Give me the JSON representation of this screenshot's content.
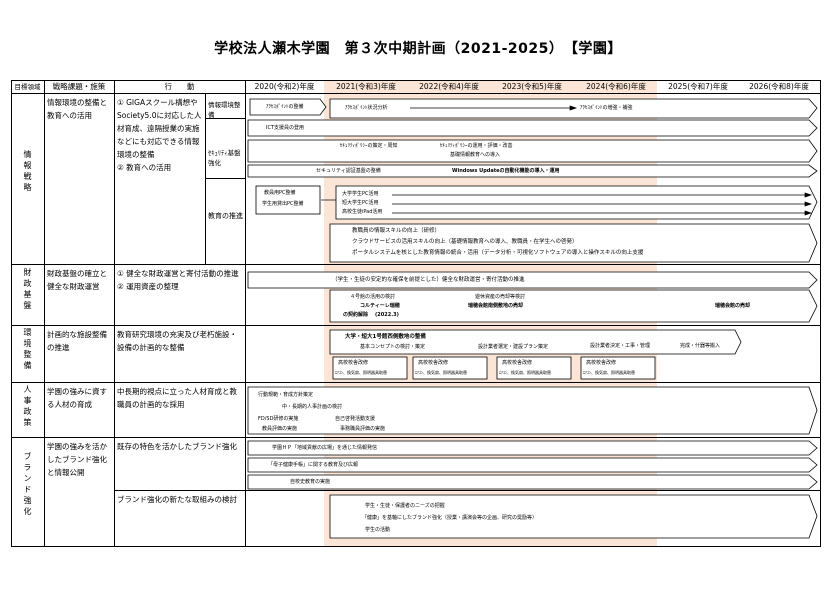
{
  "title": "学校法人瀬木学園　第３次中期計画（2021-2025）　【学園】",
  "header": {
    "col_area": "目標領域",
    "col_strategy": "戦略課題・施策",
    "col_action": "行　　動",
    "years": [
      "2020(令和2)年度",
      "2021(令和3)年度",
      "2022(令和4)年度",
      "2023(令和5)年度",
      "2024(令和6)年度",
      "2025(令和7)年度",
      "2026(令和8)年度"
    ]
  },
  "areas": {
    "info": "情報戦略",
    "finance": "財政基盤",
    "env": "環境整備",
    "hr": "人事政策",
    "brand": "ブランド強化"
  },
  "strategies": {
    "info": "情報環境の整備と教育への活用",
    "finance": "財政基盤の確立と健全な財政運営",
    "env": "計画的な施設整備の推進",
    "hr": "学園の強みに資する人材の育成",
    "brand": "学園の強みを活かしたブランド強化と情報公開"
  },
  "actions": {
    "info": "① GIGAスクール構想やSociety5.0に対応した人材育成、遠隔授業の実施などにも対応できる情報環境の整備\n② 教育への活用",
    "finance": "① 健全な財政運営と寄付活動の推進\n② 運用資産の整理",
    "env": "教育研究環境の充実及び老朽施設・設備の計画的な整備",
    "hr": "中長期的視点に立った人材育成と教職員の計画的な採用",
    "brand1": "既存の特色を活かしたブランド強化",
    "brand2": "ブランド強化の新たな取組みの検討"
  },
  "subs": {
    "info_env": "情報環境整備",
    "security": "ｾｷｭﾘﾃｨ基盤強化",
    "edu_use": "教育の推進"
  },
  "items": {
    "i1": "ｱｸｾｽﾎﾟｲﾝﾄの整備",
    "i2": "ｱｸｾｽﾎﾟｲﾝﾄ状況分析",
    "i3": "ｱｸｾｽﾎﾟｲﾝﾄの増強・補強",
    "i4": "ICT支援員の登用",
    "s1": "ｾｷｭﾘﾃｨﾎﾟﾘｼｰの策定・周知",
    "s2": "ｾｷｭﾘﾃｨﾎﾟﾘｼｰの運用・評価・改善",
    "s3": "基礎情報教育への導入",
    "s4": "セキュリティ認証基盤の整備",
    "s5": "Windows Updateの自動化機能の導入・運用",
    "e1": "教員用PC整備",
    "e2": "学生用貸出PC整備",
    "e3": "大学学生PC活用",
    "e4": "短大学生PC活用",
    "e5": "高校生徒iPad活用",
    "e6": "教職員の情報スキルの向上（研修）",
    "e7": "クラウドサービスの活用スキルの向上（基礎情報教育への導入、教職員・在学生への啓発）",
    "e8": "ポータルシステムを核とした教育情報の統合・活用（データ分析・可視化ソフトウェアの導入と操作スキルの向上支援",
    "f1": "（学生・生徒の安定的な確保を前提とした）健全な財政運営・寄付活動の推進",
    "f2": "４号館の活用の検討",
    "f3": "遊休資産の売却等検討",
    "f4": "コルティーレ瑞穂",
    "f5": "の契約解除",
    "f6": "(2022.3)",
    "f7": "瑞穂会館南側敷地の売却",
    "f8": "瑞穂会館の売却",
    "v1": "大学・短大1号館西側敷地の整備",
    "v2": "基本コンセプトの検討・策定",
    "v3": "設計業者選定・建設プラン策定",
    "v4": "設計業者決定・工事・管理",
    "v5": "完成・什器等搬入",
    "v6": "高校校舎改修",
    "v7": "ｴｱｺﾝ、換気扇、照明器具取替",
    "h1": "行動規範・育成方針策定",
    "h2": "中・長期的人事計画の検討",
    "h3": "FD/SD研修の実施",
    "h4": "自己啓発活動支援",
    "h5": "教員評価の実施",
    "h6": "事務職員評価の実施",
    "b1": "学園ＨＰ「地域貢献の広場」を通じた情報発信",
    "b2": "「母子健康手帳」に関する教育及び広報",
    "b3": "自校史教育の実施",
    "b4": "学生・生徒・保護者のニーズの把握",
    "b5": "「健康」を基軸にしたブランド強化（授業・講演会等の企画、研究の奨励等）",
    "b6": "学生の活動"
  },
  "colors": {
    "peach": "#fbe5d6",
    "line": "#000000"
  }
}
